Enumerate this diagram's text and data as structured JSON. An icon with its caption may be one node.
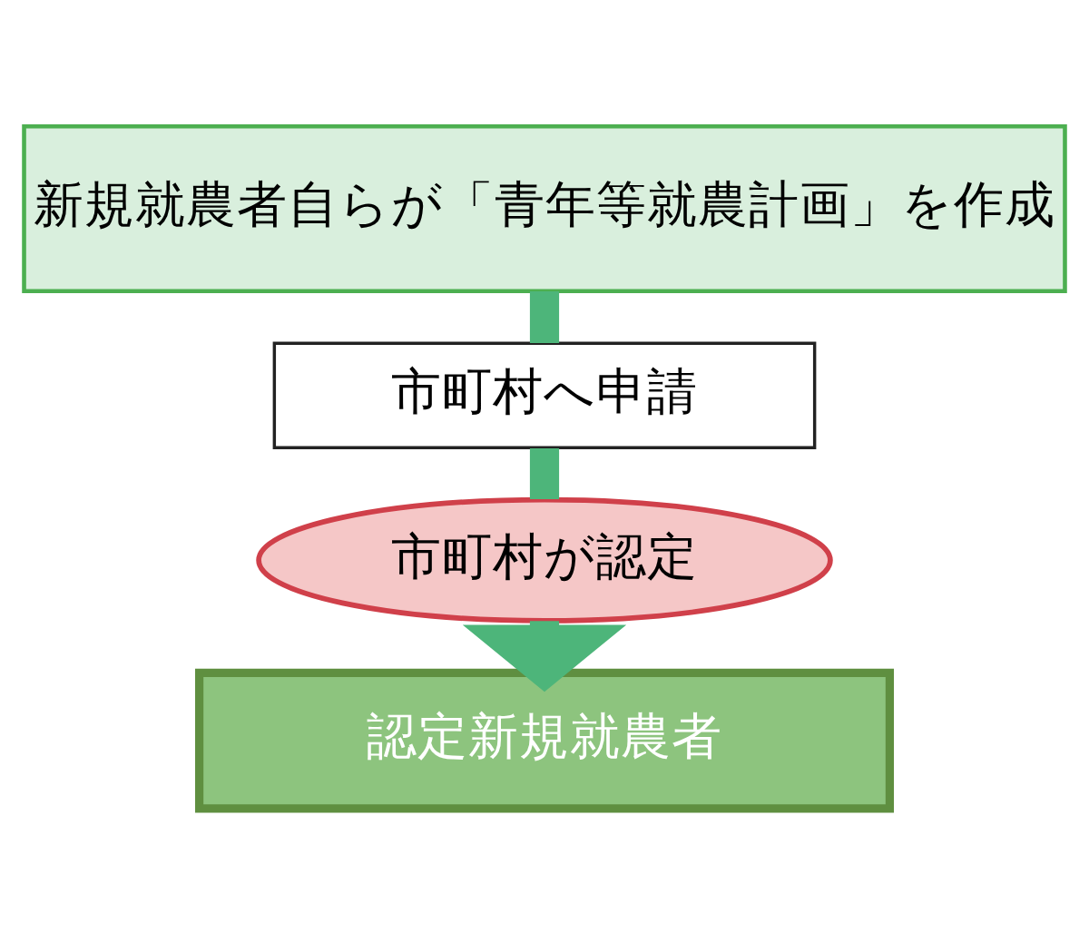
{
  "diagram": {
    "nodes": [
      {
        "text": [
          "新規就農者自らが「青年等就農計画」を作成"
        ]
      },
      {
        "text": [
          "市町村へ申請"
        ]
      },
      {
        "text": [
          "市町村が認定"
        ]
      },
      {
        "text": [
          "認定新規就農者"
        ]
      }
    ],
    "edges": [
      {
        "from": 0,
        "to": 1,
        "arrow": "none"
      },
      {
        "from": 1,
        "to": 2,
        "arrow": "none"
      },
      {
        "from": 2,
        "to": 3,
        "arrow": "to"
      }
    ]
  }
}
